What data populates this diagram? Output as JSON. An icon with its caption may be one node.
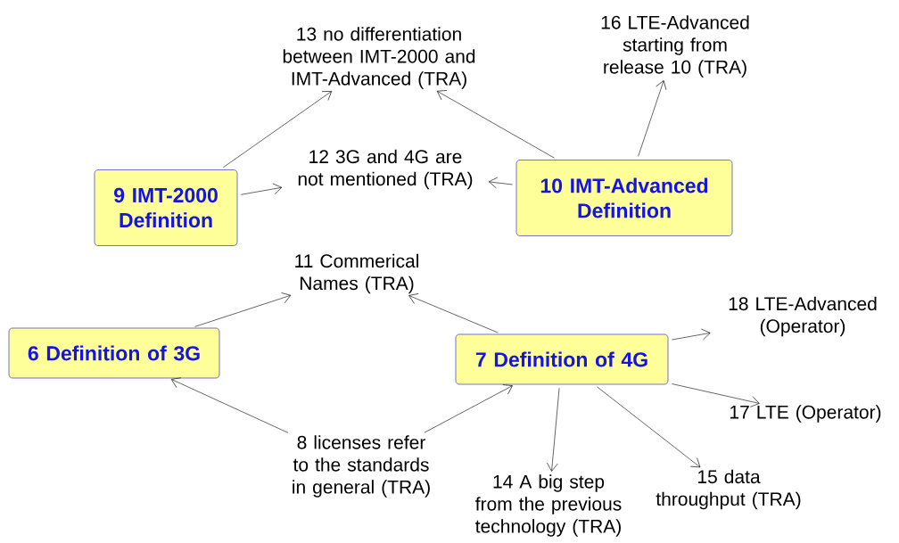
{
  "diagram": {
    "nodes": [
      {
        "text": [
          "13 no differentiation between IMT-2000 and IMT-Advanced (TRA)"
        ]
      },
      {
        "text": [
          "16 LTE-Advanced starting from release 10 (TRA)"
        ]
      },
      {
        "text": [
          "12 3G and 4G are not mentioned (TRA)"
        ]
      },
      {
        "text": [
          "9 IMT-2000 Definition"
        ]
      },
      {
        "text": [
          "10 IMT-Advanced Definition"
        ]
      },
      {
        "text": [
          "11 Commerical Names (TRA)"
        ]
      },
      {
        "text": [
          "18 LTE-Advanced (Operator)"
        ]
      },
      {
        "text": [
          "6 Definition of 3G"
        ]
      },
      {
        "text": [
          "7 Definition of 4G"
        ]
      },
      {
        "text": [
          "17 LTE (Operator)"
        ]
      },
      {
        "text": [
          "8 licenses refer to the standards in general (TRA)"
        ]
      },
      {
        "text": [
          "14 A big step from the previous technology (TRA)"
        ]
      },
      {
        "text": [
          "15 data throughput (TRA)"
        ]
      }
    ],
    "edges": [
      {
        "from": 3,
        "to": 0,
        "arrow": "to"
      },
      {
        "from": 3,
        "to": 2,
        "arrow": "to"
      },
      {
        "from": 4,
        "to": 0,
        "arrow": "to"
      },
      {
        "from": 4,
        "to": 2,
        "arrow": "to"
      },
      {
        "from": 4,
        "to": 1,
        "arrow": "to"
      },
      {
        "from": 7,
        "to": 5,
        "arrow": "to"
      },
      {
        "from": 8,
        "to": 5,
        "arrow": "to"
      },
      {
        "from": 8,
        "to": 6,
        "arrow": "to"
      },
      {
        "from": 8,
        "to": 9,
        "arrow": "to"
      },
      {
        "from": 8,
        "to": 12,
        "arrow": "to"
      },
      {
        "from": 8,
        "to": 11,
        "arrow": "to"
      },
      {
        "from": 10,
        "to": 7,
        "arrow": "to"
      },
      {
        "from": 10,
        "to": 8,
        "arrow": "to"
      }
    ]
  }
}
